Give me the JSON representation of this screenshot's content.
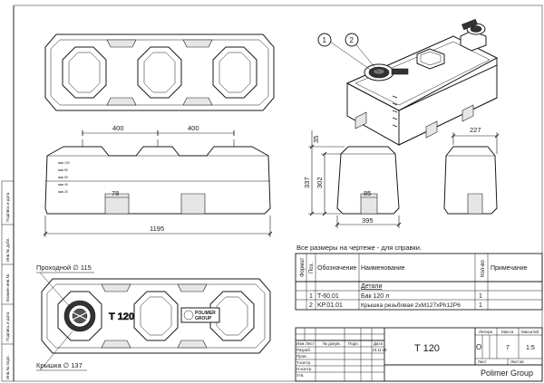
{
  "dimensions": {
    "spacing_left": "400",
    "spacing_right": "400",
    "overall_length": "1195",
    "small_width": "78",
    "front_height_top": "35",
    "front_height_total": "337",
    "front_height_body": "302",
    "front_inner_width": "85",
    "front_width": "395",
    "side_width": "227"
  },
  "callouts": {
    "balloon_1": "1",
    "balloon_2": "2",
    "throughput_label": "Проходной ∅ 115",
    "lid_label": "Крышка ∅ 137"
  },
  "level_marks": [
    "100",
    "80",
    "60",
    "40",
    "20"
  ],
  "tank_embossing": {
    "model": "T 120",
    "logo_text_1": "POLIMER",
    "logo_text_2": "GROUP"
  },
  "notes": {
    "all_dims": "Все размеры на чертеже - для справки."
  },
  "spec_table": {
    "headers": {
      "format": "Формат",
      "pos": "Поз.",
      "designation": "Обозначение",
      "name": "Наименование",
      "qty": "Кол-во",
      "note": "Примечание"
    },
    "section": "Детали",
    "rows": [
      {
        "pos": "1",
        "designation": "T-60.01",
        "name": "Бак 120 л",
        "qty": "1"
      },
      {
        "pos": "2",
        "designation": "KP.01.01",
        "name": "Крышка  резьбовая 2хМ127хPh12P6",
        "qty": "1"
      }
    ]
  },
  "title_block": {
    "labels": {
      "izm": "Изм.",
      "list": "Лист",
      "doc": "№ докум.",
      "sign": "Подп.",
      "date": "Дата",
      "razrab": "Разраб.",
      "prov": "Пров.",
      "tkontr": "Т.контр.",
      "nkontr": "Н.контр.",
      "utv": "Утв.",
      "litera": "Литера",
      "massa": "Масса",
      "masshtab": "Масштаб",
      "sheet": "Лист",
      "sheets": "Листов"
    },
    "date_value": "23.11.20",
    "designation": "T 120",
    "litera_value": "О",
    "mass_value": "7",
    "scale_value": "1:5",
    "company": "Polimer Group"
  },
  "left_strip": [
    "Подпись и дата",
    "Инв.№ дубл.",
    "Взамен инв.№",
    "Подпись и дата",
    "Инв.№ подл."
  ]
}
